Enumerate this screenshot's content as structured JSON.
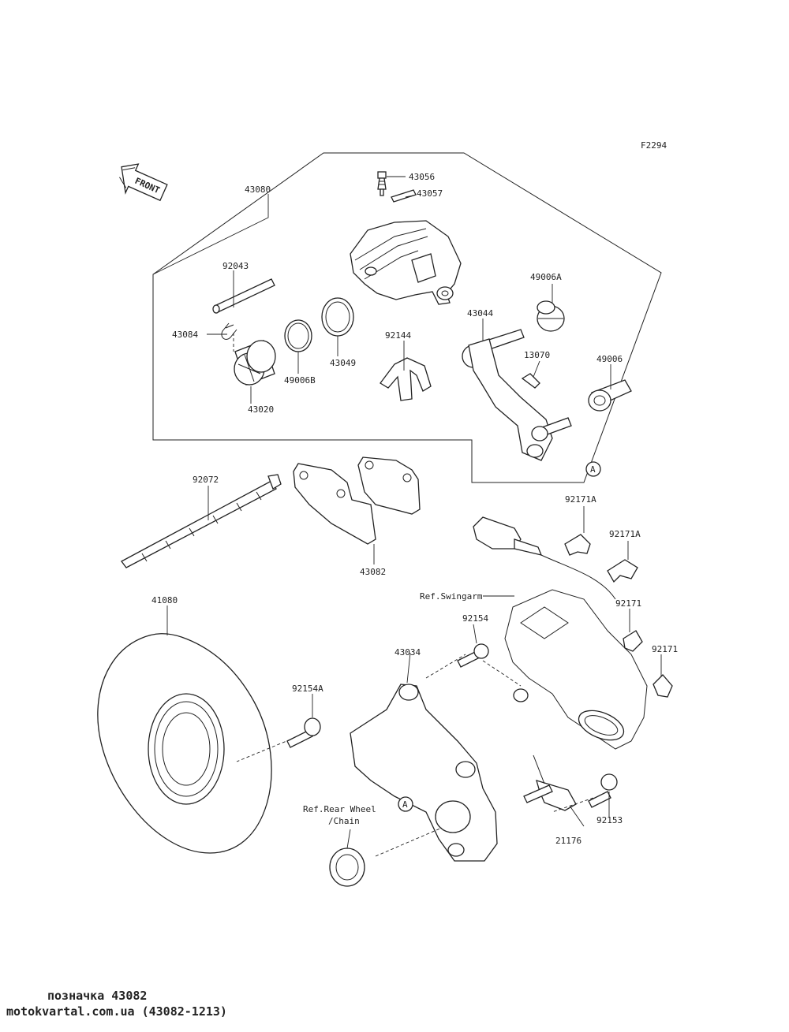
{
  "figure_id": "F2294",
  "front_label": "FRONT",
  "parts": {
    "p43080": "43080",
    "p43056": "43056",
    "p43057": "43057",
    "p92043": "92043",
    "p43084": "43084",
    "p43049": "43049",
    "p49006B": "49006B",
    "p43020": "43020",
    "p92144": "92144",
    "p43044": "43044",
    "p49006A": "49006A",
    "p13070": "13070",
    "p49006": "49006",
    "p92072": "92072",
    "p43082": "43082",
    "p92171A_1": "92171A",
    "p92171A_2": "92171A",
    "p92171_1": "92171",
    "p92171_2": "92171",
    "p41080": "41080",
    "p92154": "92154",
    "p43034": "43034",
    "p92154A": "92154A",
    "p21176": "21176",
    "p92153": "92153"
  },
  "refs": {
    "swingarm": "Ref.Swingarm",
    "rear_wheel_1": "Ref.Rear Wheel",
    "rear_wheel_2": "/Chain",
    "marker_a": "A"
  },
  "footer": {
    "line1": "позначка 43082",
    "line2": "motokvartal.com.ua (43082-1213)"
  }
}
